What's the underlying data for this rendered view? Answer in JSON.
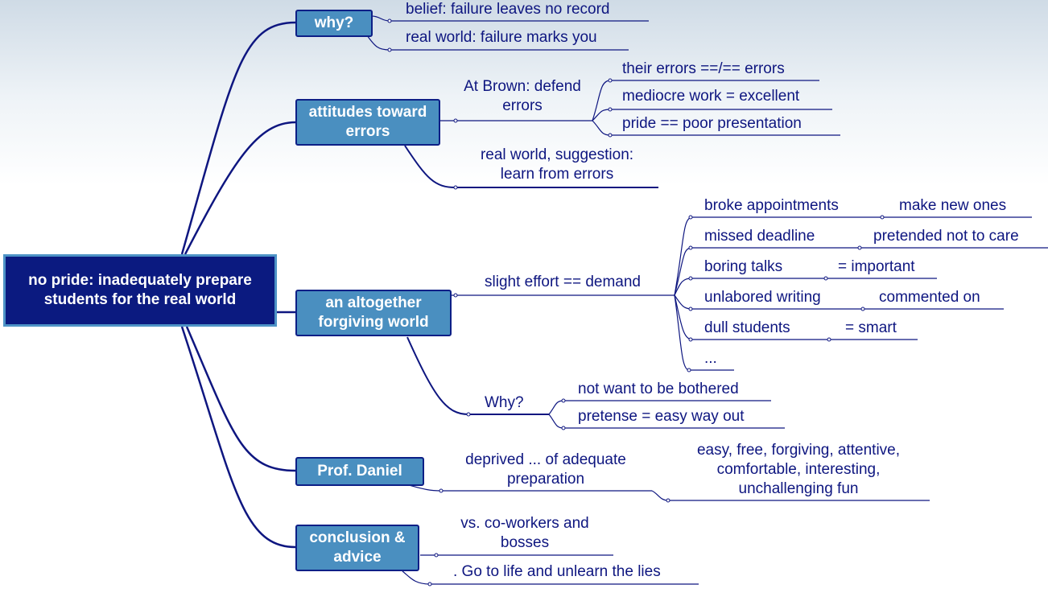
{
  "root": {
    "label": "no pride: inadequately prepare students for the real world"
  },
  "topics": {
    "why": {
      "label": "why?"
    },
    "attitudes": {
      "label": "attitudes toward errors"
    },
    "forgiving": {
      "label": "an altogether forgiving world"
    },
    "daniel": {
      "label": "Prof. Daniel"
    },
    "conclusion": {
      "label": "conclusion & advice"
    }
  },
  "why": {
    "belief": "belief: failure leaves no record",
    "real_world": "real world: failure marks you"
  },
  "attitudes": {
    "at_brown": "At Brown: defend errors",
    "at_brown_items": [
      "their errors ==/== errors",
      "mediocre work = excellent",
      "pride == poor  presentation"
    ],
    "real_world": "real world, suggestion: learn from errors"
  },
  "forgiving": {
    "slight_effort": "slight effort == demand",
    "pairs": [
      {
        "left": "broke appointments",
        "right": "make new ones"
      },
      {
        "left": "missed deadline",
        "right": "pretended not to care"
      },
      {
        "left": "boring talks",
        "right": "= important"
      },
      {
        "left": "unlabored writing",
        "right": "commented on"
      },
      {
        "left": "dull students",
        "right": "= smart"
      }
    ],
    "ellipsis": "...",
    "why_label": "Why?",
    "why_items": [
      "not want to be bothered",
      "pretense =  easy way out"
    ]
  },
  "daniel": {
    "deprived": "deprived ... of adequate preparation",
    "qualities": "easy, free, forgiving, attentive, comfortable, interesting, unchallenging fun"
  },
  "conclusion": {
    "coworkers": "vs. co-workers and bosses",
    "go_to_life": ". Go to life and unlearn the lies"
  },
  "colors": {
    "root_fill": "#0b1a80",
    "root_border": "#4d93c6",
    "topic_fill": "#4a8fc0",
    "topic_border": "#0d1f86",
    "line": "#0e1680",
    "text": "#0e1680"
  }
}
